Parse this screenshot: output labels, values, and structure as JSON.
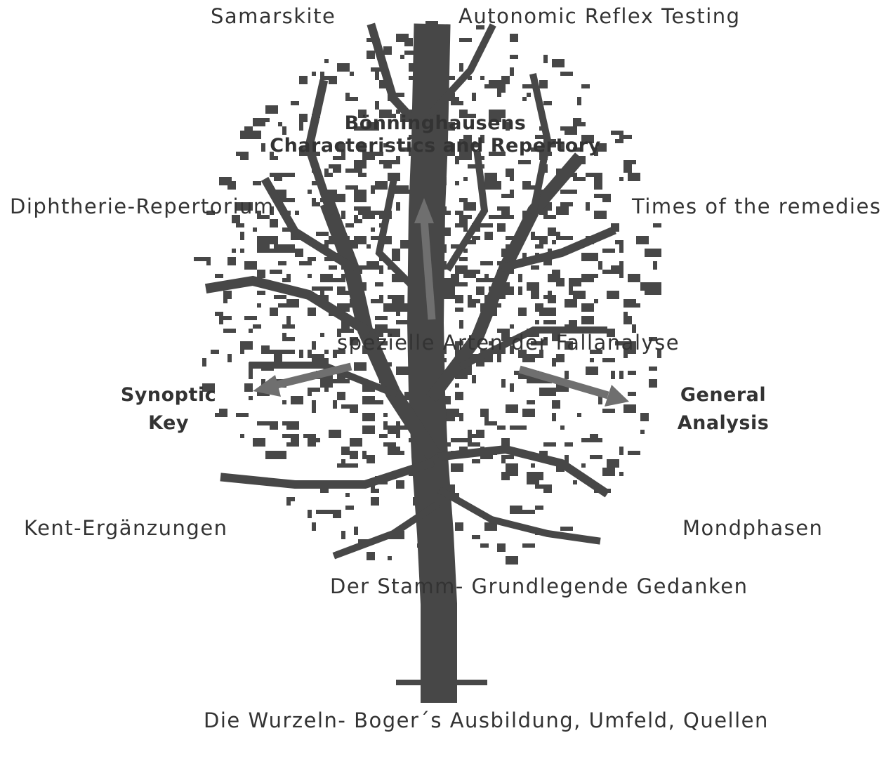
{
  "colors": {
    "tree": "#474747",
    "arrow": "#6f6f6f",
    "text": "#333333",
    "background": "#ffffff"
  },
  "labels": {
    "samarskite": "Samarskite",
    "autonomic_reflex_testing": "Autonomic Reflex Testing",
    "boenninghausen_line1": "Bönninghausens",
    "boenninghausen_line2": "Characteristics and Repertory",
    "diphtherie_repertorium": "Diphtherie-Repertorium",
    "times_of_remedies": "Times of the remedies",
    "spezielle_line1": "spezielle",
    "spezielle_line2": "Arten der",
    "spezielle_line3": "Fallanalyse",
    "synoptic_line1": "Synoptic",
    "synoptic_line2": "Key",
    "general_line1": "General",
    "general_line2": "Analysis",
    "kent_ergaenzungen": "Kent-Ergänzungen",
    "mondphasen": "Mondphasen",
    "stamm_line1": "Der Stamm-",
    "stamm_line2": "Grundlegende",
    "stamm_line3": "Gedanken",
    "wurzeln_line1": "Die Wurzeln-",
    "wurzeln_line2": "Boger´s Ausbildung, Umfeld, Quellen"
  }
}
